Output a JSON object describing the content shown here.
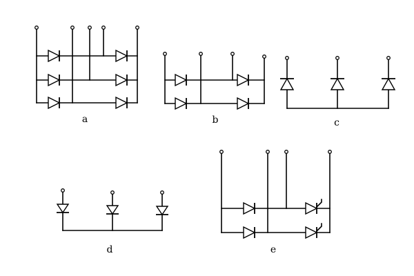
{
  "circuits": [
    {
      "id": "a",
      "label": "a",
      "type": "three-phase bridge",
      "diodes": 6,
      "thyristors": 0
    },
    {
      "id": "b",
      "label": "b",
      "type": "single-phase bridge",
      "diodes": 4,
      "thyristors": 0
    },
    {
      "id": "c",
      "label": "c",
      "type": "three-pulse common-anode",
      "diodes": 3,
      "thyristors": 0
    },
    {
      "id": "d",
      "label": "d",
      "type": "three-pulse common-cathode",
      "diodes": 3,
      "thyristors": 0
    },
    {
      "id": "e",
      "label": "e",
      "type": "single-phase half-controlled bridge",
      "diodes": 2,
      "thyristors": 2
    }
  ],
  "icons": {
    "diode": "diode-icon",
    "thyristor": "thyristor-icon",
    "terminal": "terminal-icon"
  },
  "colors": {
    "line": "#000000",
    "background": "#ffffff"
  }
}
